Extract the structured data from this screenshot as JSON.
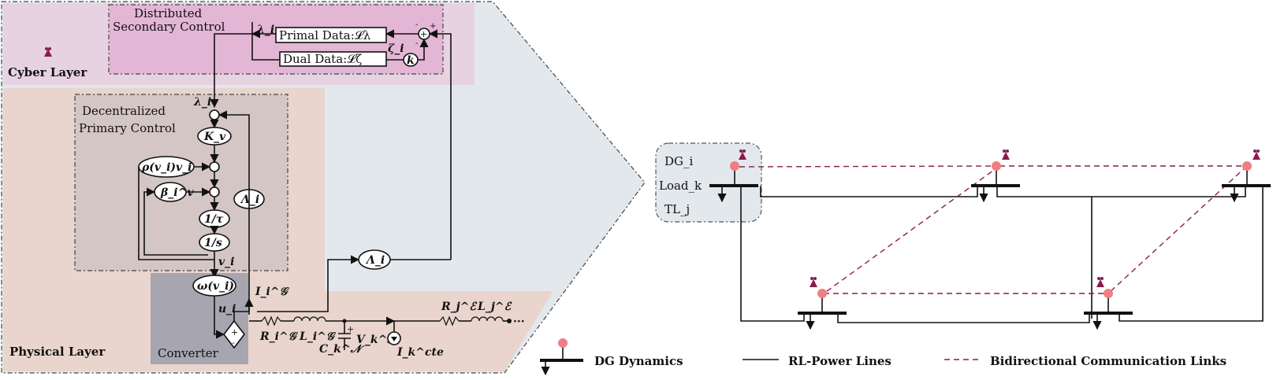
{
  "layers": {
    "cyber": "Cyber Layer",
    "physical": "Physical Layer"
  },
  "blocks": {
    "secondary_control": [
      "Distributed",
      "Secondary Control"
    ],
    "primary_control": [
      "Decentralized",
      "Primary Control"
    ],
    "converter": "Converter",
    "primal_data": "Primal Data:𝓛λ",
    "dual_data": "Dual Data:𝓛ζ",
    "gain_k": "k",
    "gain_Kv": "K_v",
    "rho_block": "ρ(v_i)v_i",
    "beta_block": "β_i^v",
    "inv_tau": "1/τ",
    "inv_s": "1/s",
    "omega_block": "ω(v_i)",
    "Lambda_block": "Λ_i",
    "Lambda_block_2": "Λ_i"
  },
  "signals": {
    "lambda_top": "λ_i",
    "lambda_primary": "λ_i",
    "zeta": "ζ_i",
    "v_i": "v_i",
    "u_i": "u_i",
    "I_G": "I_i^𝒢",
    "R_G": "R_i^𝒢",
    "L_G": "L_i^𝒢",
    "C_N": "C_k^𝒩",
    "V_N": "V_k^𝒩",
    "I_cte": "I_k^cte",
    "R_E": "R_j^ℰ",
    "L_E": "L_j^ℰ",
    "ellipsis": "···"
  },
  "inset_legend": {
    "dg": "DG_i",
    "load": "Load_k",
    "tl": "TL_j"
  },
  "legend": {
    "dg_dynamics": "DG Dynamics",
    "rl_lines": "RL-Power Lines",
    "comm_links": "Bidirectional Communication Links"
  },
  "colors": {
    "cyber_bg": "#e7d2e2",
    "secondary_bg": "#e3b6d6",
    "physical_bg": "#e9d5cd",
    "primary_bg": "#d4c6c4",
    "converter_bg": "#a6a5b0",
    "panel_bg": "#e3e8ed",
    "dg_dot": "#ef7f82",
    "antenna": "#8a1a4e",
    "comm_link": "#8a1a4e"
  }
}
